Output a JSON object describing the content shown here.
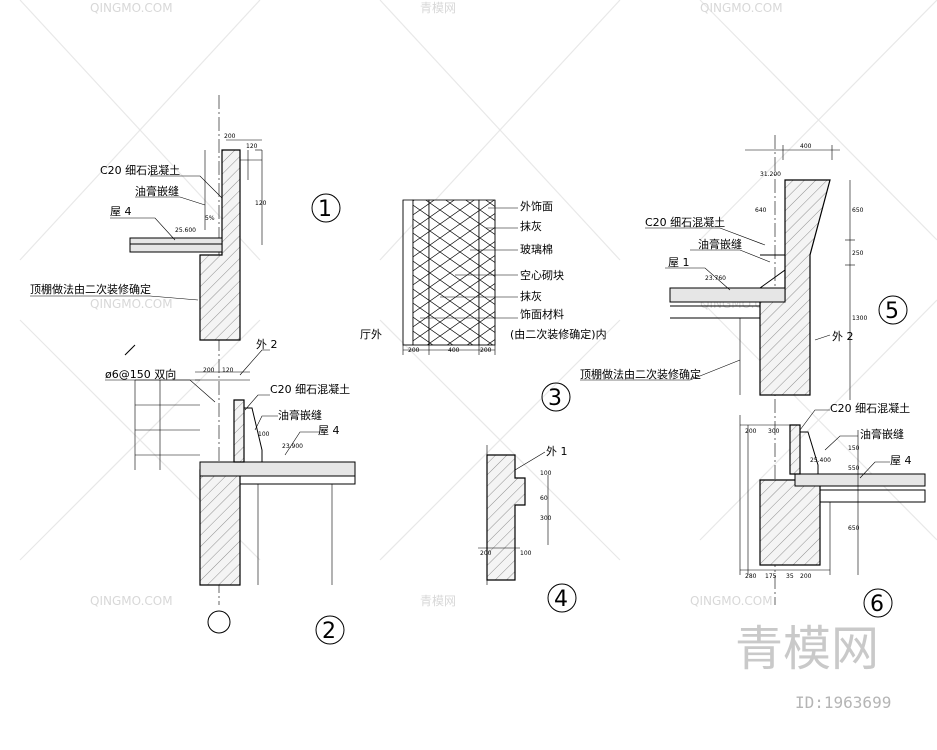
{
  "watermark": {
    "text": "QINGMO.COM",
    "alt": "青模网"
  },
  "brand": {
    "logo": "青模网",
    "id": "ID:1963699"
  },
  "detail1": {
    "num": "1",
    "c20": "C20 细石混凝土",
    "oil": "油膏嵌缝",
    "roof": "屋 4",
    "ceiling": "顶棚做法由二次装修确定",
    "d1": "200",
    "d2": "120",
    "d3": "120",
    "d4": "5%",
    "d5": "25.600"
  },
  "detail2": {
    "num": "2",
    "rebar": "ø6@150 双向",
    "outer": "外 2",
    "c20": "C20 细石混凝土",
    "oil": "油膏嵌缝",
    "roof": "屋 4",
    "d1": "200",
    "d2": "120",
    "d3": "23.900",
    "d4": "100"
  },
  "detail3": {
    "num": "3",
    "layers": [
      "外饰面",
      "抹灰",
      "玻璃棉",
      "空心砌块",
      "抹灰",
      "饰面材料",
      "(由二次装修确定)内"
    ],
    "inside_label": "厅外",
    "dims": [
      "200",
      "400",
      "200"
    ]
  },
  "detail4": {
    "num": "4",
    "outer": "外 1",
    "dims": [
      "200",
      "100",
      "60",
      "300",
      "100"
    ]
  },
  "detail5": {
    "num": "5",
    "c20": "C20 细石混凝土",
    "oil": "油膏嵌缝",
    "roof": "屋 1",
    "outer": "外 2",
    "ceiling": "顶棚做法由二次装修确定",
    "dims": [
      "400",
      "650",
      "250",
      "1300",
      "23.760",
      "31.200",
      "640"
    ]
  },
  "detail6": {
    "num": "6",
    "c20": "C20 细石混凝土",
    "oil": "油膏嵌缝",
    "roof": "屋 4",
    "dims": [
      "200",
      "300",
      "150",
      "550",
      "650",
      "280",
      "175",
      "35",
      "200",
      "25.400"
    ]
  }
}
